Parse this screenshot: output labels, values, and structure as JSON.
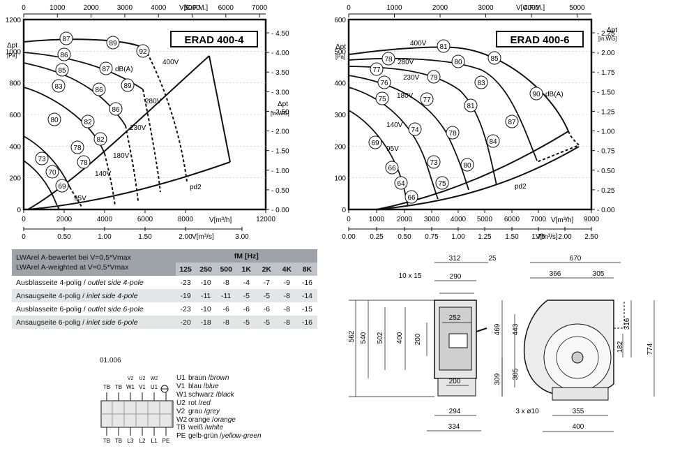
{
  "chart_data": [
    {
      "type": "line",
      "title": "ERAD 400-4",
      "x_axes": {
        "top": {
          "label": "V[C.F.M.]",
          "ticks": [
            "0",
            "1000",
            "2000",
            "3000",
            "4000",
            "5000",
            "6000",
            "7000"
          ]
        },
        "bottom_m3h": {
          "label": "V[m³/h]",
          "ticks": [
            "0",
            "2000",
            "4000",
            "6000",
            "8000",
            "12000"
          ]
        },
        "bottom_m3s": {
          "label": "V[m³/s]",
          "ticks": [
            "0",
            "0.50",
            "1.00",
            "1.50",
            "2.00",
            "3.00"
          ]
        }
      },
      "y_axes": {
        "left": {
          "label": "Δpt",
          "unit": "[Pa]",
          "ticks": [
            "0",
            "200",
            "400",
            "600",
            "800",
            "1000",
            "1200"
          ]
        },
        "right": {
          "label": "Δpt",
          "unit": "[in.WG]",
          "ticks": [
            "0.00",
            "0.50",
            "1.00",
            "1.50",
            "2.00",
            "2.50",
            "3.00",
            "3.50",
            "4.00",
            "4.50"
          ]
        }
      },
      "xlim_m3h": [
        0,
        12000
      ],
      "ylim": [
        0,
        1200
      ],
      "series": [
        {
          "name": "400V",
          "x": [
            0,
            2000,
            4000,
            6000,
            7600
          ],
          "y": [
            1050,
            1055,
            1020,
            930,
            780
          ]
        },
        {
          "name": "280V",
          "x": [
            0,
            2000,
            4000,
            5400
          ],
          "y": [
            945,
            920,
            830,
            690
          ]
        },
        {
          "name": "230V",
          "x": [
            0,
            2000,
            3800,
            4800
          ],
          "y": [
            790,
            740,
            620,
            480
          ]
        },
        {
          "name": "180V",
          "x": [
            0,
            1700,
            3300,
            4100
          ],
          "y": [
            480,
            400,
            290,
            160
          ]
        },
        {
          "name": "95V",
          "x": [
            0,
            1200,
            2400,
            2900
          ],
          "y": [
            200,
            140,
            80,
            10
          ]
        }
      ],
      "labels": [
        "87",
        "89",
        "92",
        "86",
        "85",
        "87",
        "dB(A)",
        "83",
        "86",
        "89",
        "80",
        "82",
        "86",
        "82",
        "73",
        "78",
        "70",
        "78",
        "69",
        "400V",
        "280V",
        "230V",
        "180V",
        "140V",
        "95V",
        "pd2"
      ]
    },
    {
      "type": "line",
      "title": "ERAD 400-6",
      "x_axes": {
        "top": {
          "label": "V[C.F.M.]",
          "ticks": [
            "0",
            "1000",
            "2000",
            "3000",
            "4000",
            "5000"
          ]
        },
        "bottom_m3h": {
          "label": "V[m³/h]",
          "ticks": [
            "0",
            "1000",
            "2000",
            "3000",
            "4000",
            "5000",
            "6000",
            "7000",
            "9000"
          ]
        },
        "bottom_m3s": {
          "label": "V[m³/s]",
          "ticks": [
            "0.00",
            "0.25",
            "0.50",
            "0.75",
            "1.00",
            "1.25",
            "1.50",
            "1.75",
            "2.00",
            "2.50"
          ]
        }
      },
      "y_axes": {
        "left": {
          "label": "Δpt",
          "unit": "[Pa]",
          "ticks": [
            "0",
            "100",
            "200",
            "300",
            "400",
            "500",
            "600"
          ]
        },
        "right": {
          "label": "Δpt",
          "unit": "[in.WG]",
          "ticks": [
            "0.00",
            "0.25",
            "0.50",
            "0.75",
            "1.00",
            "1.25",
            "1.50",
            "1.75",
            "2.00",
            "2.25"
          ]
        }
      },
      "xlim_m3h": [
        0,
        9000
      ],
      "ylim": [
        0,
        600
      ],
      "series": [
        {
          "name": "400V",
          "x": [
            0,
            2000,
            4000,
            6000,
            8600
          ],
          "y": [
            480,
            500,
            480,
            420,
            240
          ]
        },
        {
          "name": "280V",
          "x": [
            0,
            2000,
            4000,
            5600
          ],
          "y": [
            450,
            455,
            390,
            180
          ]
        },
        {
          "name": "230V",
          "x": [
            0,
            1500,
            3000,
            4500
          ],
          "y": [
            420,
            410,
            320,
            100
          ]
        },
        {
          "name": "180V",
          "x": [
            0,
            1500,
            3000,
            3700
          ],
          "y": [
            370,
            320,
            190,
            50
          ]
        },
        {
          "name": "140V",
          "x": [
            0,
            1200,
            2600,
            3200
          ],
          "y": [
            320,
            230,
            110,
            30
          ]
        },
        {
          "name": "95V",
          "x": [
            0,
            900,
            1800,
            2200
          ],
          "y": [
            190,
            130,
            50,
            10
          ]
        }
      ],
      "labels": [
        "81",
        "85",
        "78",
        "80",
        "77",
        "79",
        "76",
        "83",
        "75",
        "77",
        "90",
        "dB(A)",
        "81",
        "74",
        "87",
        "69",
        "78",
        "84",
        "73",
        "80",
        "66",
        "75",
        "64",
        "66",
        "400V",
        "280V",
        "230V",
        "180V",
        "140V",
        "95V",
        "pd2"
      ]
    }
  ],
  "noise_table": {
    "title_line1": "LWArel A-bewertet bei V=0,5*Vmax",
    "title_line2": "LWArel A-weighted at V=0,5*Vmax",
    "fm_header": "fM [Hz]",
    "bands": [
      "125",
      "250",
      "500",
      "1K",
      "2K",
      "4K",
      "8K"
    ],
    "rows": [
      {
        "label_de": "Ausblasseite 4-polig / ",
        "label_en": "outlet side 4-pole",
        "values": [
          "-23",
          "-10",
          "-8",
          "-4",
          "-7",
          "-9",
          "-16"
        ]
      },
      {
        "label_de": "Ansaugseite 4-polig / ",
        "label_en": "inlet side 4-pole",
        "values": [
          "-19",
          "-11",
          "-11",
          "-5",
          "-5",
          "-8",
          "-14"
        ]
      },
      {
        "label_de": "Ausblasseite 6-polig / ",
        "label_en": "outlet side 6-pole",
        "values": [
          "-23",
          "-10",
          "-6",
          "-6",
          "-6",
          "-8",
          "-15"
        ]
      },
      {
        "label_de": "Ansaugseite 6-polig / ",
        "label_en": "inlet side 6-pole",
        "values": [
          "-20",
          "-18",
          "-8",
          "-5",
          "-5",
          "-8",
          "-16"
        ]
      }
    ]
  },
  "wiring": {
    "code": "01.006",
    "top_terminals": [
      "TB",
      "TB",
      "W1",
      "V1",
      "U1",
      "PE"
    ],
    "top_sup": [
      "V2",
      "U2",
      "W2"
    ],
    "bottom_terminals": [
      "TB",
      "TB",
      "L3",
      "L2",
      "L1",
      "PE"
    ],
    "legend": [
      {
        "term": "U1",
        "de": "braun / ",
        "en": "brown"
      },
      {
        "term": "V1",
        "de": "blau / ",
        "en": "blue"
      },
      {
        "term": "W1",
        "de": "schwarz / ",
        "en": "black"
      },
      {
        "term": "U2",
        "de": "rot / ",
        "en": "red"
      },
      {
        "term": "V2",
        "de": "grau / ",
        "en": "grey"
      },
      {
        "term": "W2",
        "de": "orange / ",
        "en": "orange"
      },
      {
        "term": "TB",
        "de": "weiß / ",
        "en": "white"
      },
      {
        "term": "PE",
        "de": "gelb-grün / ",
        "en": "yellow-green"
      }
    ]
  },
  "dimensions": {
    "side": [
      "312",
      "25",
      "10 x 15",
      "290",
      "252",
      "562",
      "540",
      "502",
      "400",
      "200",
      "200",
      "294",
      "334"
    ],
    "front": [
      "670",
      "366",
      "305",
      "469",
      "443",
      "316",
      "182",
      "774",
      "305",
      "309",
      "3 x ø10",
      "355",
      "400"
    ]
  }
}
